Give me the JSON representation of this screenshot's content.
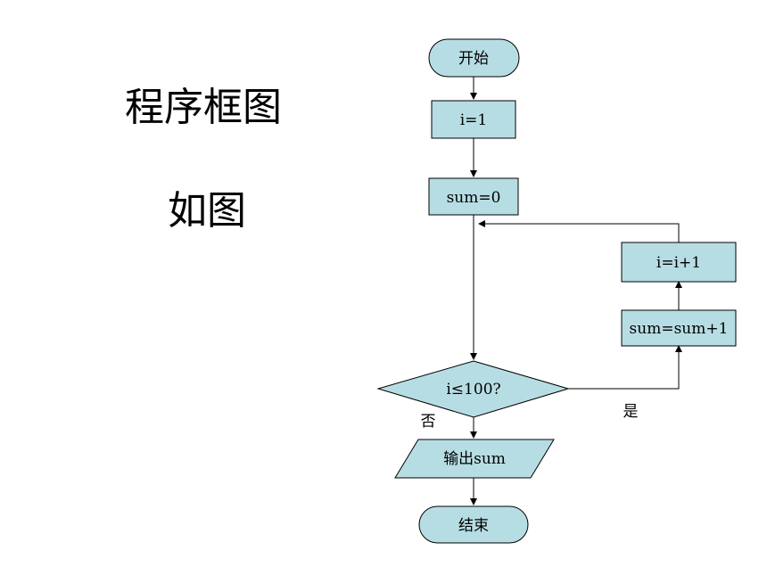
{
  "heading": {
    "title": "程序框图",
    "subtitle": "如图"
  },
  "flowchart": {
    "start": "开始",
    "init_i": "i=1",
    "init_sum": "sum=0",
    "condition": "i≤100?",
    "yes_label": "是",
    "no_label": "否",
    "update_sum": "sum=sum+1",
    "update_i": "i=i+1",
    "output": "输出sum",
    "end": "结束"
  },
  "colors": {
    "node_fill": "#b7dde4",
    "stroke": "#000000"
  }
}
